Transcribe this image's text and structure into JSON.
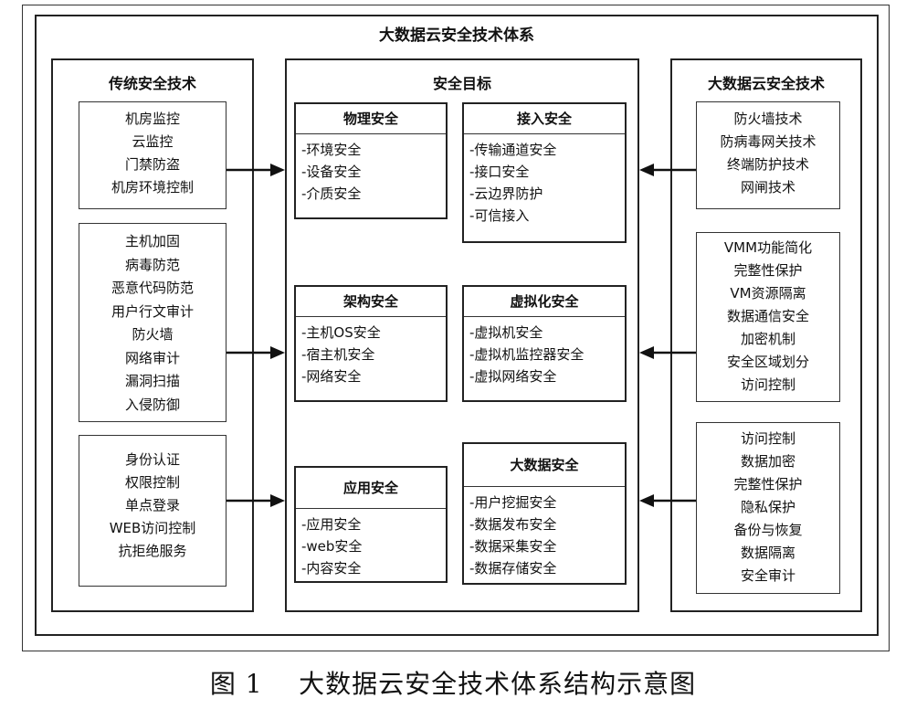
{
  "diagram": {
    "title": "大数据云安全技术体系",
    "left_column": {
      "title": "传统安全技术",
      "groups": [
        [
          "机房监控",
          "云监控",
          "门禁防盗",
          "机房环境控制"
        ],
        [
          "主机加固",
          "病毒防范",
          "恶意代码防范",
          "用户行文审计",
          "防火墙",
          "网络审计",
          "漏洞扫描",
          "入侵防御"
        ],
        [
          "身份认证",
          "权限控制",
          "单点登录",
          "WEB访问控制",
          "抗拒绝服务"
        ]
      ]
    },
    "center_column": {
      "title": "安全目标",
      "goals": [
        {
          "title": "物理安全",
          "items": [
            "-环境安全",
            "-设备安全",
            "-介质安全"
          ]
        },
        {
          "title": "接入安全",
          "items": [
            "-传输通道安全",
            "-接口安全",
            "-云边界防护",
            "-可信接入"
          ]
        },
        {
          "title": "架构安全",
          "items": [
            "-主机OS安全",
            "-宿主机安全",
            "-网络安全"
          ]
        },
        {
          "title": "虚拟化安全",
          "items": [
            "-虚拟机安全",
            "-虚拟机监控器安全",
            "-虚拟网络安全"
          ]
        },
        {
          "title": "应用安全",
          "items": [
            "-应用安全",
            "-web安全",
            "-内容安全"
          ]
        },
        {
          "title": "大数据安全",
          "items": [
            "-用户挖掘安全",
            "-数据发布安全",
            "-数据采集安全",
            "-数据存储安全"
          ]
        }
      ]
    },
    "right_column": {
      "title": "大数据云安全技术",
      "groups": [
        [
          "防火墙技术",
          "防病毒网关技术",
          "终端防护技术",
          "网闸技术"
        ],
        [
          "VMM功能简化",
          "完整性保护",
          "VM资源隔离",
          "数据通信安全",
          "加密机制",
          "安全区域划分",
          "访问控制"
        ],
        [
          "访问控制",
          "数据加密",
          "完整性保护",
          "隐私保护",
          "备份与恢复",
          "数据隔离",
          "安全审计"
        ]
      ]
    }
  },
  "caption": "图 1    大数据云安全技术体系结构示意图"
}
